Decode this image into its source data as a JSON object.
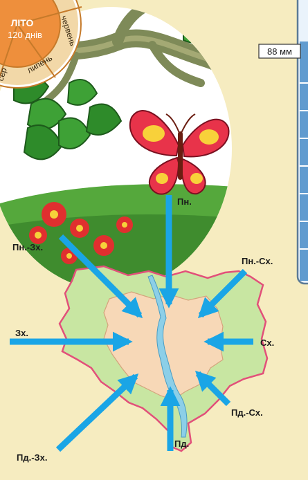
{
  "season_wheel": {
    "season_name": "ЛІТО",
    "duration": "120 днів",
    "months": [
      "червень",
      "липень",
      "сер"
    ]
  },
  "rain_gauge": {
    "reading_label": "88 мм"
  },
  "wind_rose": {
    "directions": [
      {
        "key": "n",
        "label": "Пн."
      },
      {
        "key": "ne",
        "label": "Пн.-Сх."
      },
      {
        "key": "e",
        "label": "Сх."
      },
      {
        "key": "se",
        "label": "Пд.-Сх."
      },
      {
        "key": "s",
        "label": "Пд."
      },
      {
        "key": "sw",
        "label": "Пд.-Зх."
      },
      {
        "key": "w",
        "label": "Зх."
      },
      {
        "key": "nw",
        "label": "Пн.-Зх."
      }
    ]
  },
  "colors": {
    "arrow": "#1aa5e6",
    "outer_region": "#c8e6a2",
    "city": "#f7d8b7",
    "river": "#8ccfe8",
    "wheel": "#ee8f3c",
    "border": "#e2507a"
  }
}
